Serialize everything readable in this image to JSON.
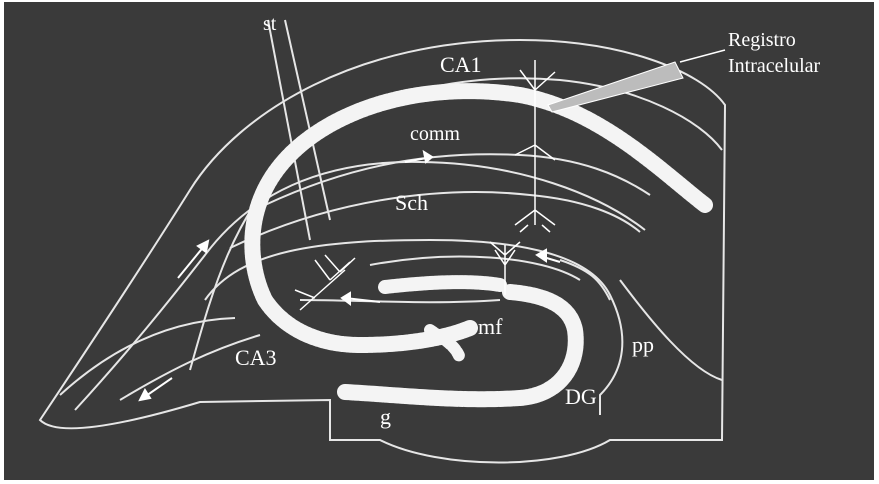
{
  "figure": {
    "labels": {
      "ca1": "CA1",
      "ca3": "CA3",
      "dg": "DG",
      "st": "st",
      "comm": "comm",
      "sch": "Sch",
      "mf": "mf",
      "pp": "pp",
      "g": "g",
      "recording_line1": "Registro",
      "recording_line2": "Intracelular"
    },
    "colors": {
      "background": "#3a3a3a",
      "lines": "#e8e8e8",
      "cell_layer": "#f4f4f4",
      "electrode": "#b9b9b9"
    }
  }
}
